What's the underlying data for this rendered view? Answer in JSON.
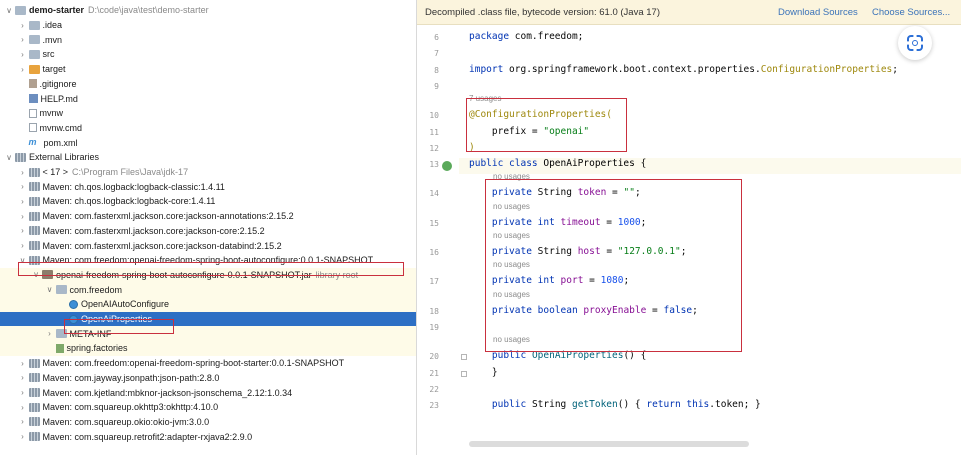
{
  "project_tree": {
    "rows": [
      {
        "chev": "∨",
        "icon": "folder",
        "name": "demo-starter",
        "bold": true,
        "extra": "D:\\code\\java\\test\\demo-starter",
        "indent": 0
      },
      {
        "chev": "›",
        "icon": "folder",
        "name": ".idea",
        "extra": "",
        "indent": 1
      },
      {
        "chev": "›",
        "icon": "folder",
        "name": ".mvn",
        "extra": "",
        "indent": 1
      },
      {
        "chev": "›",
        "icon": "folder",
        "name": "src",
        "extra": "",
        "indent": 1
      },
      {
        "chev": "›",
        "icon": "folder-orange",
        "name": "target",
        "extra": "",
        "indent": 1
      },
      {
        "chev": "",
        "icon": "git",
        "name": ".gitignore",
        "extra": "",
        "indent": 1
      },
      {
        "chev": "",
        "icon": "md",
        "name": "HELP.md",
        "extra": "",
        "indent": 1
      },
      {
        "chev": "",
        "icon": "file",
        "name": "mvnw",
        "extra": "",
        "indent": 1
      },
      {
        "chev": "",
        "icon": "file",
        "name": "mvnw.cmd",
        "extra": "",
        "indent": 1
      },
      {
        "chev": "",
        "icon": "xml",
        "name": "pom.xml",
        "extra": "",
        "indent": 1
      },
      {
        "chev": "∨",
        "icon": "lib",
        "name": "External Libraries",
        "extra": "",
        "indent": 0
      },
      {
        "chev": "›",
        "icon": "lib",
        "name": "< 17 >",
        "extra": "C:\\Program Files\\Java\\jdk-17",
        "indent": 1
      },
      {
        "chev": "›",
        "icon": "lib",
        "name": "Maven: ch.qos.logback:logback-classic:1.4.11",
        "extra": "",
        "indent": 1
      },
      {
        "chev": "›",
        "icon": "lib",
        "name": "Maven: ch.qos.logback:logback-core:1.4.11",
        "extra": "",
        "indent": 1
      },
      {
        "chev": "›",
        "icon": "lib",
        "name": "Maven: com.fasterxml.jackson.core:jackson-annotations:2.15.2",
        "extra": "",
        "indent": 1
      },
      {
        "chev": "›",
        "icon": "lib",
        "name": "Maven: com.fasterxml.jackson.core:jackson-core:2.15.2",
        "extra": "",
        "indent": 1
      },
      {
        "chev": "›",
        "icon": "lib",
        "name": "Maven: com.fasterxml.jackson.core:jackson-databind:2.15.2",
        "extra": "",
        "indent": 1
      },
      {
        "chev": "∨",
        "icon": "lib",
        "name": "Maven: com.freedom:openai-freedom-spring-boot-autoconfigure:0.0.1-SNAPSHOT",
        "extra": "",
        "indent": 1
      },
      {
        "chev": "∨",
        "icon": "jar",
        "name": "openai-freedom-spring-boot-autoconfigure-0.0.1-SNAPSHOT.jar",
        "extra": "library root",
        "indent": 2,
        "hl": true
      },
      {
        "chev": "∨",
        "icon": "folder",
        "name": "com.freedom",
        "extra": "",
        "indent": 3,
        "hl": true
      },
      {
        "chev": "",
        "icon": "cls",
        "name": "OpenAIAutoConfigure",
        "extra": "",
        "indent": 4,
        "hl": true
      },
      {
        "chev": "",
        "icon": "cls",
        "name": "OpenAiProperties",
        "extra": "",
        "indent": 4,
        "selected": true
      },
      {
        "chev": "›",
        "icon": "folder",
        "name": "META-INF",
        "extra": "",
        "indent": 3,
        "hl": true
      },
      {
        "chev": "",
        "icon": "cfg",
        "name": "spring.factories",
        "extra": "",
        "indent": 3,
        "hl": true
      },
      {
        "chev": "›",
        "icon": "lib",
        "name": "Maven: com.freedom:openai-freedom-spring-boot-starter:0.0.1-SNAPSHOT",
        "extra": "",
        "indent": 1
      },
      {
        "chev": "›",
        "icon": "lib",
        "name": "Maven: com.jayway.jsonpath:json-path:2.8.0",
        "extra": "",
        "indent": 1
      },
      {
        "chev": "›",
        "icon": "lib",
        "name": "Maven: com.kjetland:mbknor-jackson-jsonschema_2.12:1.0.34",
        "extra": "",
        "indent": 1
      },
      {
        "chev": "›",
        "icon": "lib",
        "name": "Maven: com.squareup.okhttp3:okhttp:4.10.0",
        "extra": "",
        "indent": 1
      },
      {
        "chev": "›",
        "icon": "lib",
        "name": "Maven: com.squareup.okio:okio-jvm:3.0.0",
        "extra": "",
        "indent": 1
      },
      {
        "chev": "›",
        "icon": "lib",
        "name": "Maven: com.squareup.retrofit2:adapter-rxjava2:2.9.0",
        "extra": "",
        "indent": 1
      }
    ]
  },
  "banner": {
    "text": "Decompiled .class file, bytecode version: 61.0 (Java 17)",
    "download": "Download Sources",
    "choose": "Choose Sources..."
  },
  "code_lines": [
    {
      "ln": "6",
      "parts": [
        [
          "kw",
          "package "
        ],
        [
          "",
          "com.freedom;"
        ]
      ]
    },
    {
      "ln": "7",
      "parts": []
    },
    {
      "ln": "8",
      "parts": [
        [
          "kw",
          "import "
        ],
        [
          "",
          "org.springframework.boot.context.properties."
        ],
        [
          "ann",
          "ConfigurationProperties"
        ],
        [
          "",
          ";"
        ]
      ]
    },
    {
      "ln": "9",
      "parts": []
    },
    {
      "hint": "7 usages",
      "indent": 0
    },
    {
      "ln": "10",
      "parts": [
        [
          "ann",
          "@ConfigurationProperties("
        ]
      ]
    },
    {
      "ln": "11",
      "parts": [
        [
          "",
          "    prefix = "
        ],
        [
          "str",
          "\"openai\""
        ]
      ]
    },
    {
      "ln": "12",
      "parts": [
        [
          "ann",
          ")"
        ]
      ]
    },
    {
      "ln": "13",
      "parts": [
        [
          "kw",
          "public class "
        ],
        [
          "cname",
          "OpenAiProperties "
        ],
        [
          "",
          "{"
        ]
      ]
    },
    {
      "hint": "no usages",
      "indent": 1
    },
    {
      "ln": "14",
      "parts": [
        [
          "",
          "    "
        ],
        [
          "kw",
          "private "
        ],
        [
          "",
          "String "
        ],
        [
          "field",
          "token"
        ],
        [
          "",
          " = "
        ],
        [
          "str",
          "\"\""
        ],
        [
          "",
          ";"
        ]
      ]
    },
    {
      "hint": "no usages",
      "indent": 1
    },
    {
      "ln": "15",
      "parts": [
        [
          "",
          "    "
        ],
        [
          "kw",
          "private int "
        ],
        [
          "field",
          "timeout"
        ],
        [
          "",
          " = "
        ],
        [
          "num",
          "1000"
        ],
        [
          "",
          ";"
        ]
      ]
    },
    {
      "hint": "no usages",
      "indent": 1
    },
    {
      "ln": "16",
      "parts": [
        [
          "",
          "    "
        ],
        [
          "kw",
          "private "
        ],
        [
          "",
          "String "
        ],
        [
          "field",
          "host"
        ],
        [
          "",
          " = "
        ],
        [
          "str",
          "\"127.0.0.1\""
        ],
        [
          "",
          ";"
        ]
      ]
    },
    {
      "hint": "no usages",
      "indent": 1
    },
    {
      "ln": "17",
      "parts": [
        [
          "",
          "    "
        ],
        [
          "kw",
          "private int "
        ],
        [
          "field",
          "port"
        ],
        [
          "",
          " = "
        ],
        [
          "num",
          "1080"
        ],
        [
          "",
          ";"
        ]
      ]
    },
    {
      "hint": "no usages",
      "indent": 1
    },
    {
      "ln": "18",
      "parts": [
        [
          "",
          "    "
        ],
        [
          "kw",
          "private boolean "
        ],
        [
          "field",
          "proxyEnable"
        ],
        [
          "",
          " = "
        ],
        [
          "kw",
          "false"
        ],
        [
          "",
          ";"
        ]
      ]
    },
    {
      "ln": "19",
      "parts": []
    },
    {
      "hint": "no usages",
      "indent": 1
    },
    {
      "ln": "20",
      "parts": [
        [
          "",
          "    "
        ],
        [
          "kw",
          "public "
        ],
        [
          "method",
          "OpenAiProperties"
        ],
        [
          "",
          "() {"
        ]
      ]
    },
    {
      "ln": "21",
      "parts": [
        [
          "",
          "    }"
        ]
      ]
    },
    {
      "ln": "22",
      "parts": []
    },
    {
      "ln": "23",
      "parts": [
        [
          "",
          "    "
        ],
        [
          "kw",
          "public "
        ],
        [
          "",
          "String "
        ],
        [
          "method",
          "getToken"
        ],
        [
          "",
          "() { "
        ],
        [
          "kw",
          "return this"
        ],
        [
          "",
          ".token; }"
        ]
      ]
    }
  ],
  "colors": {
    "selection": "#2d6fc4",
    "annotation_box": "#c9303e",
    "banner_bg": "#fbf4dd",
    "link": "#3b73b9"
  },
  "icons": [
    "folder-icon",
    "chevron-icon",
    "class-icon",
    "jar-icon",
    "scan-icon",
    "spring-bean-icon"
  ]
}
